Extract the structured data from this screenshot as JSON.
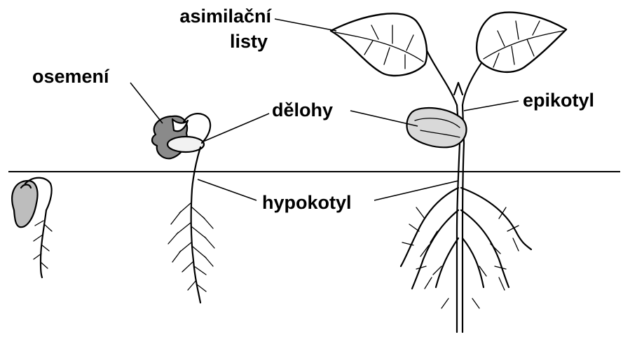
{
  "labels": {
    "asimilacni_line1": "asimilační",
    "asimilacni_line2": "listy",
    "osemeni": "osemení",
    "delohy": "dělohy",
    "epikotyl": "epikotyl",
    "hypokotyl": "hypokotyl"
  }
}
